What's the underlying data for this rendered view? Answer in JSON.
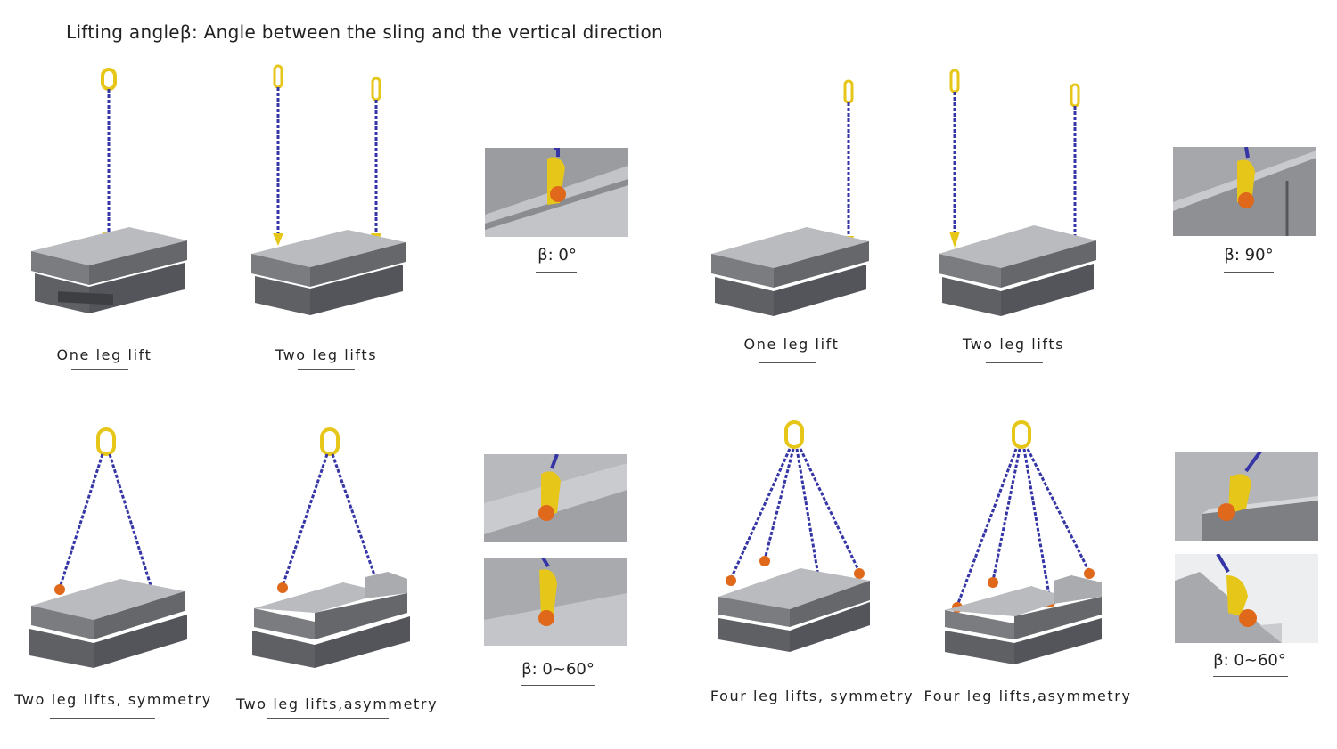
{
  "title": "Lifting angleβ: Angle between the sling and the vertical direction",
  "quadrants": [
    {
      "captions": [
        "One leg lift",
        "Two leg lifts"
      ],
      "angle": "β: 0°"
    },
    {
      "captions": [
        "One leg lift",
        "Two leg lifts"
      ],
      "angle": "β: 90°"
    },
    {
      "captions": [
        "Two leg lifts, symmetry",
        "Two leg lifts,asymmetry"
      ],
      "angle": "β: 0~60°"
    },
    {
      "captions": [
        "Four leg lifts, symmetry",
        "Four leg lifts,asymmetry"
      ],
      "angle": "β: 0~60°"
    }
  ],
  "colors": {
    "chain": "#3535a6",
    "ring": "#e6c619",
    "clamp_orange": "#e0681a",
    "steel_top": "#b5b7ba",
    "steel_side": "#6e7075",
    "steel_dark": "#4f5155",
    "divider": "#222222"
  }
}
